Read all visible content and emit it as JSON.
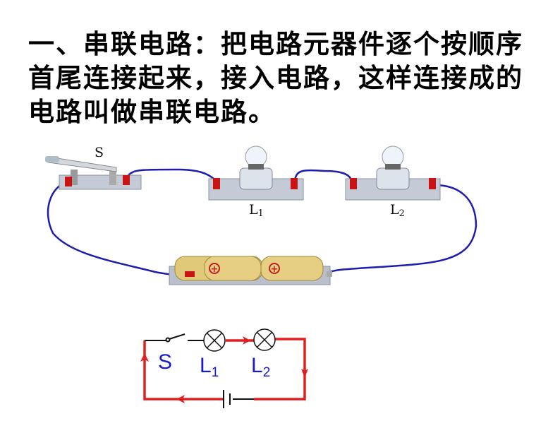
{
  "text": {
    "line1": "一、串联电路：把电路元器件逐个按顺序",
    "line2": "首尾连接起来，接入电路，这样连接成的",
    "line3": "电路叫做串联电路。"
  },
  "picture": {
    "switch_label": "S",
    "lamp1_label": "L",
    "lamp1_sub": "1",
    "lamp2_label": "L",
    "lamp2_sub": "2",
    "battery_sign": "+"
  },
  "schematic": {
    "switch_label": "S",
    "lamp1_label": "L",
    "lamp1_sub": "1",
    "lamp2_label": "L",
    "lamp2_sub": "2",
    "current_color": "#e02020",
    "label_color": "#1a1ac8",
    "wire_color": "#1c1cb0"
  }
}
